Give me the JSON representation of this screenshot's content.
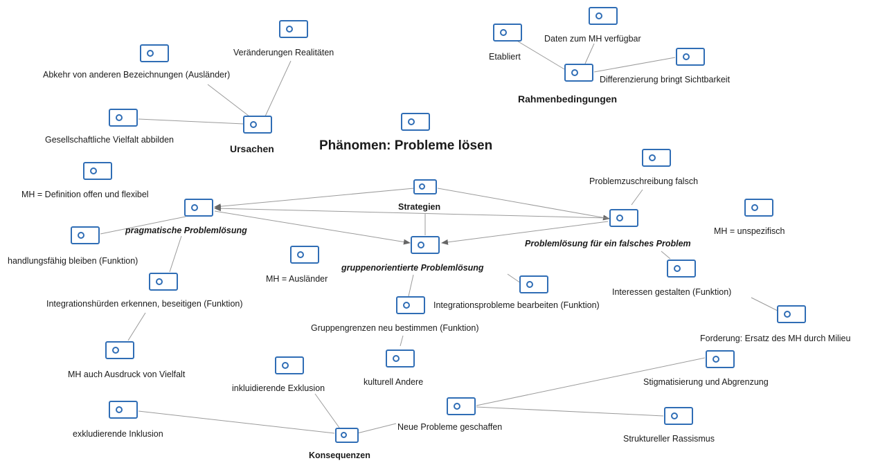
{
  "title": "Phänomen: Probleme lösen",
  "nodes": {
    "veraenderungen": "Veränderungen Realitäten",
    "abkehr": "Abkehr von anderen Bezeichnungen (Ausländer)",
    "gesellschaftliche": "Gesellschaftliche Vielfalt abbilden",
    "ursachen": "Ursachen",
    "etabliert": "Etabliert",
    "daten": "Daten zum MH verfügbar",
    "differenzierung": "Differenzierung bringt Sichtbarkeit",
    "rahmen": "Rahmenbedingungen",
    "mh_definition": "MH = Definition offen und flexibel",
    "pragmatische": "pragmatische Problemlösung",
    "handlungsfaehig": "handlungsfähig bleiben (Funktion)",
    "integrationshuerden": "Integrationshürden erkennen, beseitigen (Funktion)",
    "mh_vielfalt": "MH auch Ausdruck von Vielfalt",
    "strategien": "Strategien",
    "mh_auslaender": "MH = Ausländer",
    "gruppenorientierte": "gruppenorientierte Problemlösung",
    "integrationsprobleme": "Integrationsprobleme bearbeiten (Funktion)",
    "gruppengrenzen": "Gruppengrenzen neu bestimmen (Funktion)",
    "kulturell": "kulturell Andere",
    "problemzuschreibung": "Problemzuschreibung falsch",
    "falsches_problem": "Problemlösung für ein falsches Problem",
    "mh_unspezifisch": "MH = unspezifisch",
    "interessen": "Interessen gestalten (Funktion)",
    "forderung": "Forderung: Ersatz des MH durch Milieu",
    "inkluidierende": "inkluidierende Exklusion",
    "exkludierende": "exkludierende Inklusion",
    "konsequenzen": "Konsequenzen",
    "neue_probleme": "Neue Probleme geschaffen",
    "stigmatisierung": "Stigmatisierung und Abgrenzung",
    "rassismus": "Struktureller Rassismus"
  },
  "colors": {
    "node_border": "#2f6db5",
    "edge": "#9a9a9a",
    "arrow": "#666666"
  },
  "icon": "code-node-icon"
}
